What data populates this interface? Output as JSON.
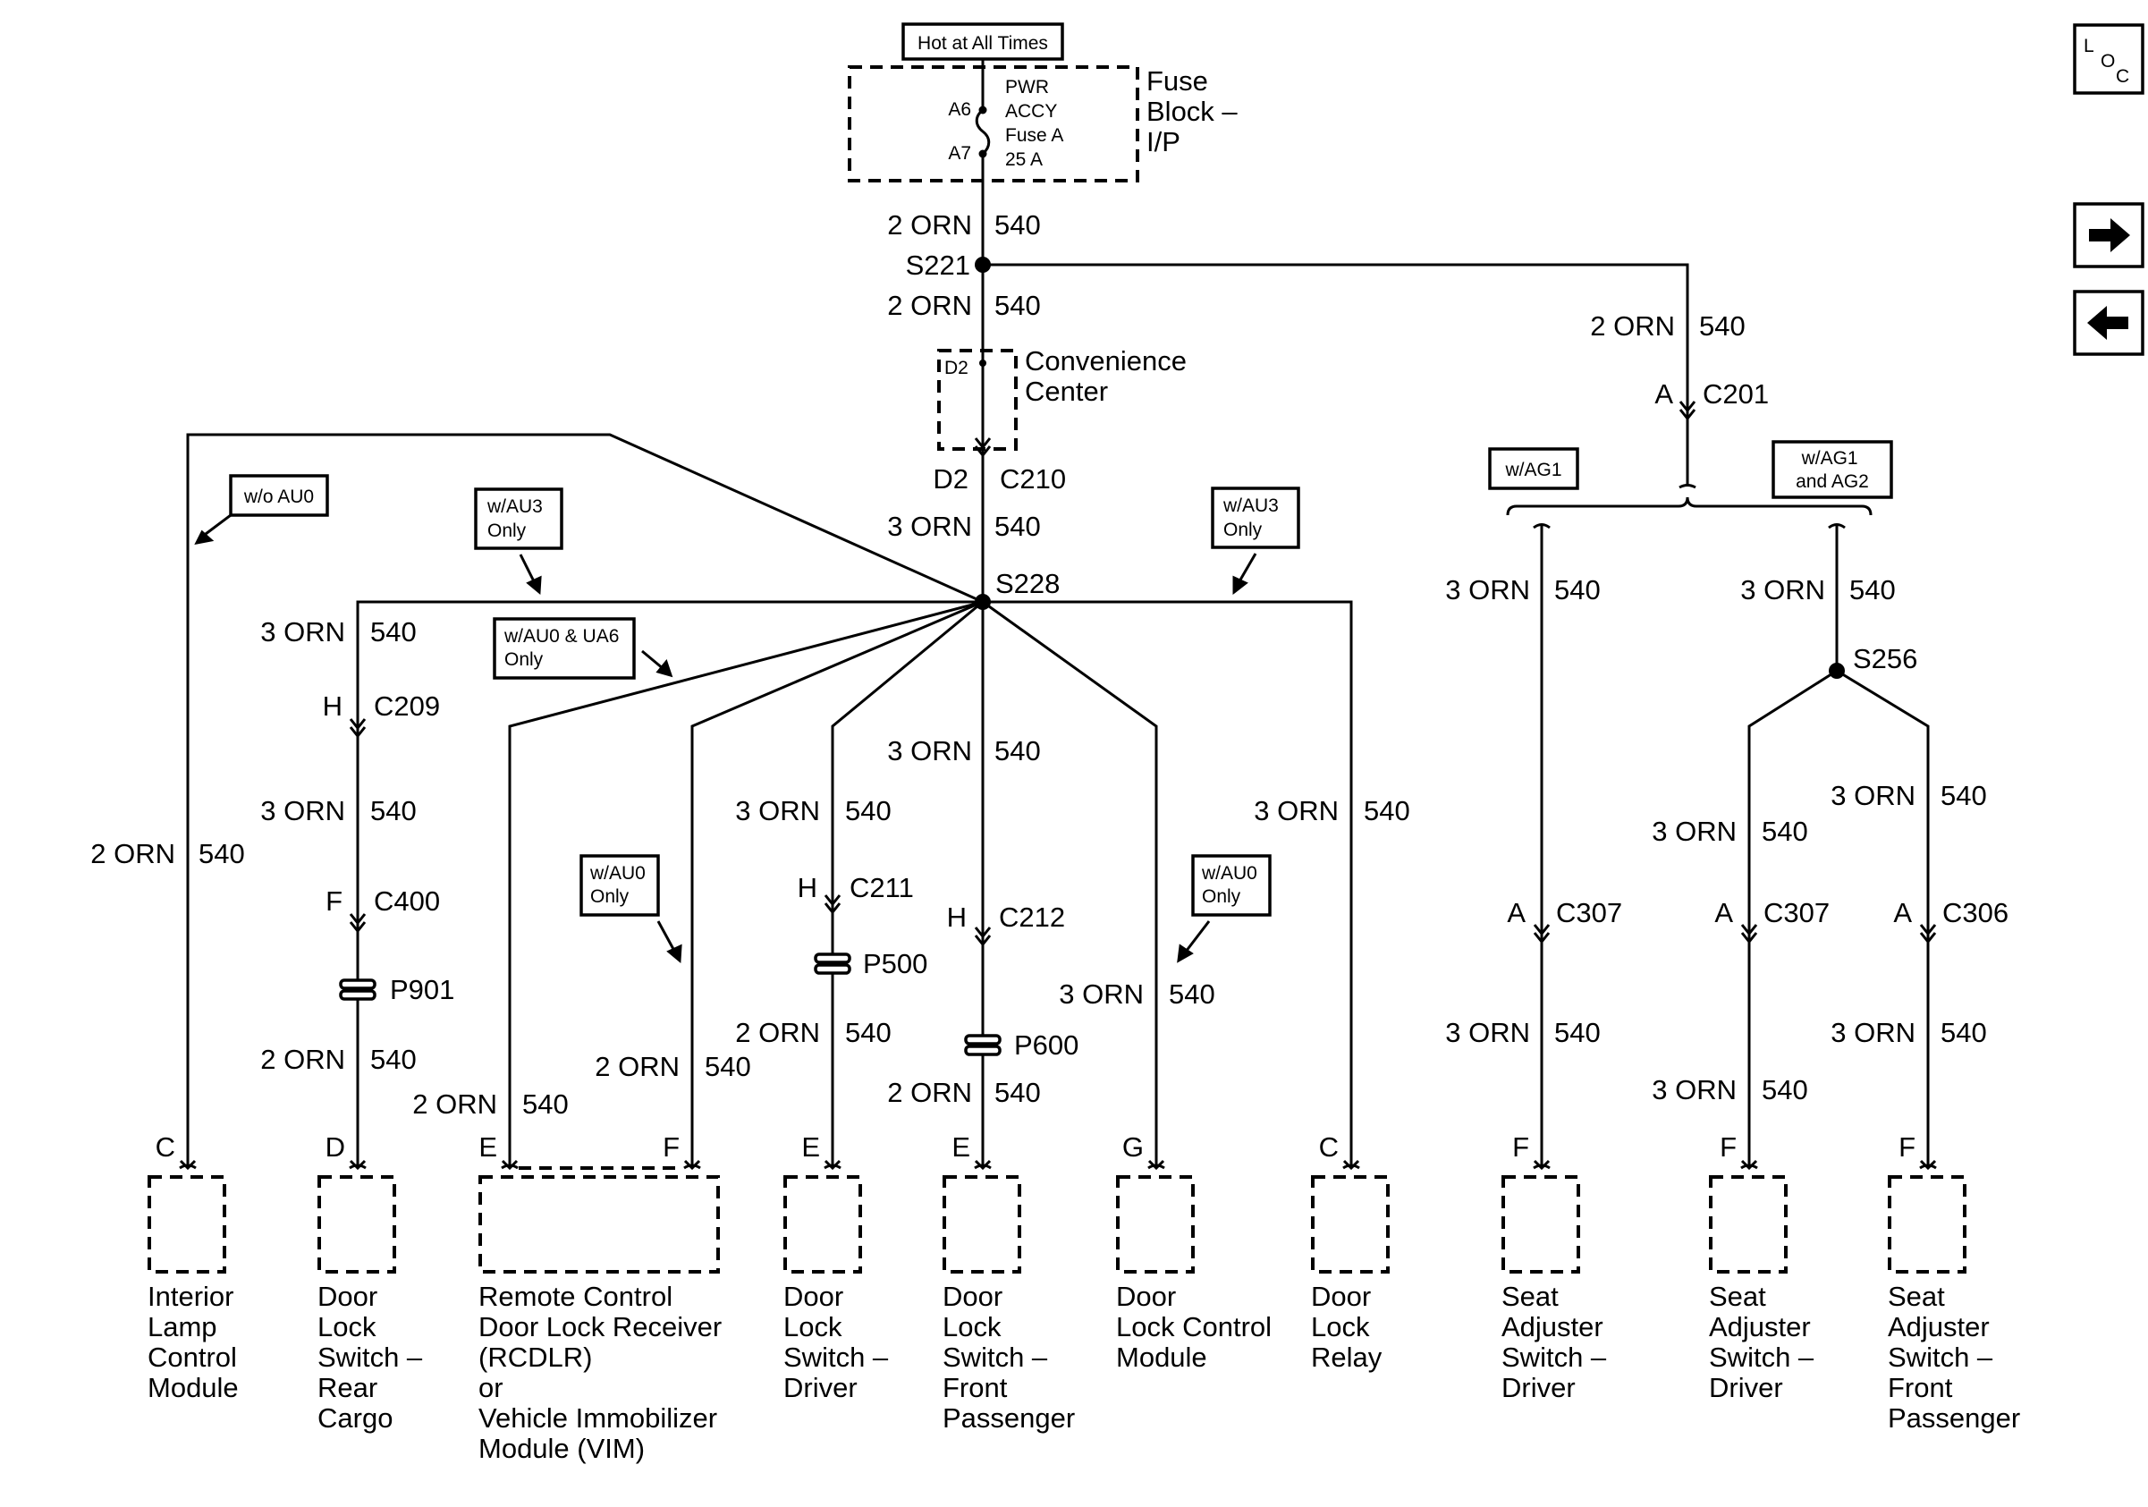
{
  "hot_label": "Hot at All Times",
  "fuse_block": {
    "title": [
      "Fuse",
      "Block –",
      "I/P"
    ],
    "fuse_text": [
      "PWR",
      "ACCY",
      "Fuse A",
      "25 A"
    ],
    "pin_top": "A6",
    "pin_bottom": "A7"
  },
  "convenience_center": {
    "title": [
      "Convenience",
      "Center"
    ],
    "pin": "D2"
  },
  "splices": {
    "s221": "S221",
    "s228": "S228",
    "s256": "S256"
  },
  "connectors": {
    "c210_pin": "D2",
    "c210": "C210",
    "c201_pin": "A",
    "c201": "C201",
    "c209_pin": "H",
    "c209": "C209",
    "c400_pin": "F",
    "c400": "C400",
    "c211_pin": "H",
    "c211": "C211",
    "c212_pin": "H",
    "c212": "C212",
    "c307a_pin": "A",
    "c307a": "C307",
    "c307b_pin": "A",
    "c307b": "C307",
    "c306_pin": "A",
    "c306": "C306"
  },
  "pigtails": {
    "p901": "P901",
    "p500": "P500",
    "p600": "P600"
  },
  "options": {
    "wo_au0": "w/o AU0",
    "w_au3_left": [
      "w/AU3",
      "Only"
    ],
    "w_au0_ua6": [
      "w/AU0 & UA6",
      "Only"
    ],
    "w_au3_right": [
      "w/AU3",
      "Only"
    ],
    "w_au0_mid": [
      "w/AU0",
      "Only"
    ],
    "w_au0_right": [
      "w/AU0",
      "Only"
    ],
    "w_ag1": "w/AG1",
    "w_ag1_ag2": [
      "w/AG1",
      "and AG2"
    ]
  },
  "wires": {
    "w1": {
      "gauge": "2 ORN",
      "circuit": "540"
    },
    "w2": {
      "gauge": "2 ORN",
      "circuit": "540"
    },
    "w3": {
      "gauge": "3 ORN",
      "circuit": "540"
    },
    "w_c201": {
      "gauge": "2 ORN",
      "circuit": "540"
    },
    "w_ilcm": {
      "gauge": "2 ORN",
      "circuit": "540"
    },
    "w_rear_a": {
      "gauge": "3 ORN",
      "circuit": "540"
    },
    "w_rear_b": {
      "gauge": "3 ORN",
      "circuit": "540"
    },
    "w_rear_c": {
      "gauge": "2 ORN",
      "circuit": "540"
    },
    "w_rcdlr_e": {
      "gauge": "2 ORN",
      "circuit": "540"
    },
    "w_rcdlr_f": {
      "gauge": "2 ORN",
      "circuit": "540"
    },
    "w_drv_a": {
      "gauge": "3 ORN",
      "circuit": "540"
    },
    "w_drv_b": {
      "gauge": "2 ORN",
      "circuit": "540"
    },
    "w_pas_a": {
      "gauge": "3 ORN",
      "circuit": "540"
    },
    "w_pas_b": {
      "gauge": "2 ORN",
      "circuit": "540"
    },
    "w_dlcm": {
      "gauge": "3 ORN",
      "circuit": "540"
    },
    "w_relay": {
      "gauge": "3 ORN",
      "circuit": "540"
    },
    "w_sd1_a": {
      "gauge": "3 ORN",
      "circuit": "540"
    },
    "w_sd1_b": {
      "gauge": "3 ORN",
      "circuit": "540"
    },
    "w_ag2_a": {
      "gauge": "3 ORN",
      "circuit": "540"
    },
    "w_sd2_a": {
      "gauge": "3 ORN",
      "circuit": "540"
    },
    "w_sd2_b": {
      "gauge": "3 ORN",
      "circuit": "540"
    },
    "w_sfp_a": {
      "gauge": "3 ORN",
      "circuit": "540"
    },
    "w_sfp_b": {
      "gauge": "3 ORN",
      "circuit": "540"
    }
  },
  "components": [
    {
      "pin": "C",
      "name": [
        "Interior",
        "Lamp",
        "Control",
        "Module"
      ]
    },
    {
      "pin": "D",
      "name": [
        "Door",
        "Lock",
        "Switch –",
        "Rear",
        "Cargo"
      ]
    },
    {
      "pin": "E",
      "pin2": "F",
      "name": [
        "Remote Control",
        "Door Lock Receiver",
        "(RCDLR)",
        "or",
        "Vehicle Immobilizer",
        "Module (VIM)"
      ]
    },
    {
      "pin": "E",
      "name": [
        "Door",
        "Lock",
        "Switch –",
        "Driver"
      ]
    },
    {
      "pin": "E",
      "name": [
        "Door",
        "Lock",
        "Switch –",
        "Front",
        "Passenger"
      ]
    },
    {
      "pin": "G",
      "name": [
        "Door",
        "Lock Control",
        "Module"
      ]
    },
    {
      "pin": "C",
      "name": [
        "Door",
        "Lock",
        "Relay"
      ]
    },
    {
      "pin": "F",
      "name": [
        "Seat",
        "Adjuster",
        "Switch –",
        "Driver"
      ]
    },
    {
      "pin": "F",
      "name": [
        "Seat",
        "Adjuster",
        "Switch –",
        "Driver"
      ]
    },
    {
      "pin": "F",
      "name": [
        "Seat",
        "Adjuster",
        "Switch –",
        "Front",
        "Passenger"
      ]
    }
  ],
  "nav": {
    "loc": [
      "L",
      "O",
      "C"
    ]
  }
}
